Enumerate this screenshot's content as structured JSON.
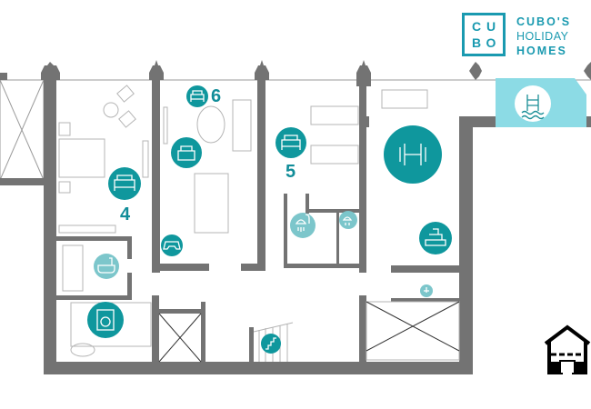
{
  "logo": {
    "letters": [
      "C",
      "U",
      "B",
      "O"
    ],
    "brand_lines": [
      "CUBO'S",
      "HOLIDAY",
      "HOMES"
    ]
  },
  "rooms": {
    "bedroom_4": "4",
    "bedroom_6": "6",
    "bedroom_5": "5"
  },
  "icons": [
    "bed-icon",
    "armchair-icon",
    "gamepad-icon",
    "bathtub-icon",
    "washing-machine-icon",
    "dumbbell-icon",
    "shower-icon",
    "towels-icon",
    "sink-icon",
    "stairs-icon",
    "pool-icon",
    "house-floor-icon"
  ],
  "colors": {
    "teal": "#0f979d",
    "light_teal": "#7cc6cb",
    "pool": "#8cdbe5",
    "wall": "#737373",
    "brand": "#1a9ab0"
  }
}
